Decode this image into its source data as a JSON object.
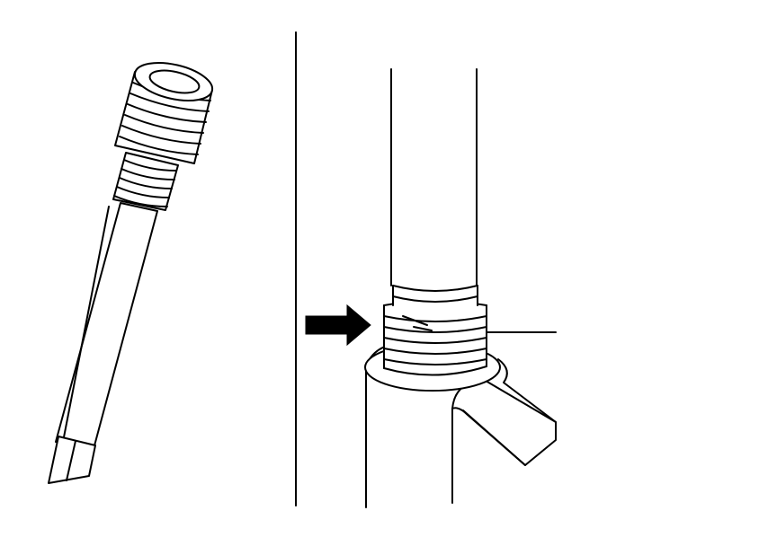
{
  "figure": {
    "background_color": "#ffffff",
    "line_color": "#000000",
    "panels": [
      {
        "id": "left",
        "subject": "socket-tool-with-threaded-end-and-shaft"
      },
      {
        "id": "right",
        "subject": "threaded-fitting-on-pipe-with-arrow-and-leader-line"
      }
    ]
  }
}
